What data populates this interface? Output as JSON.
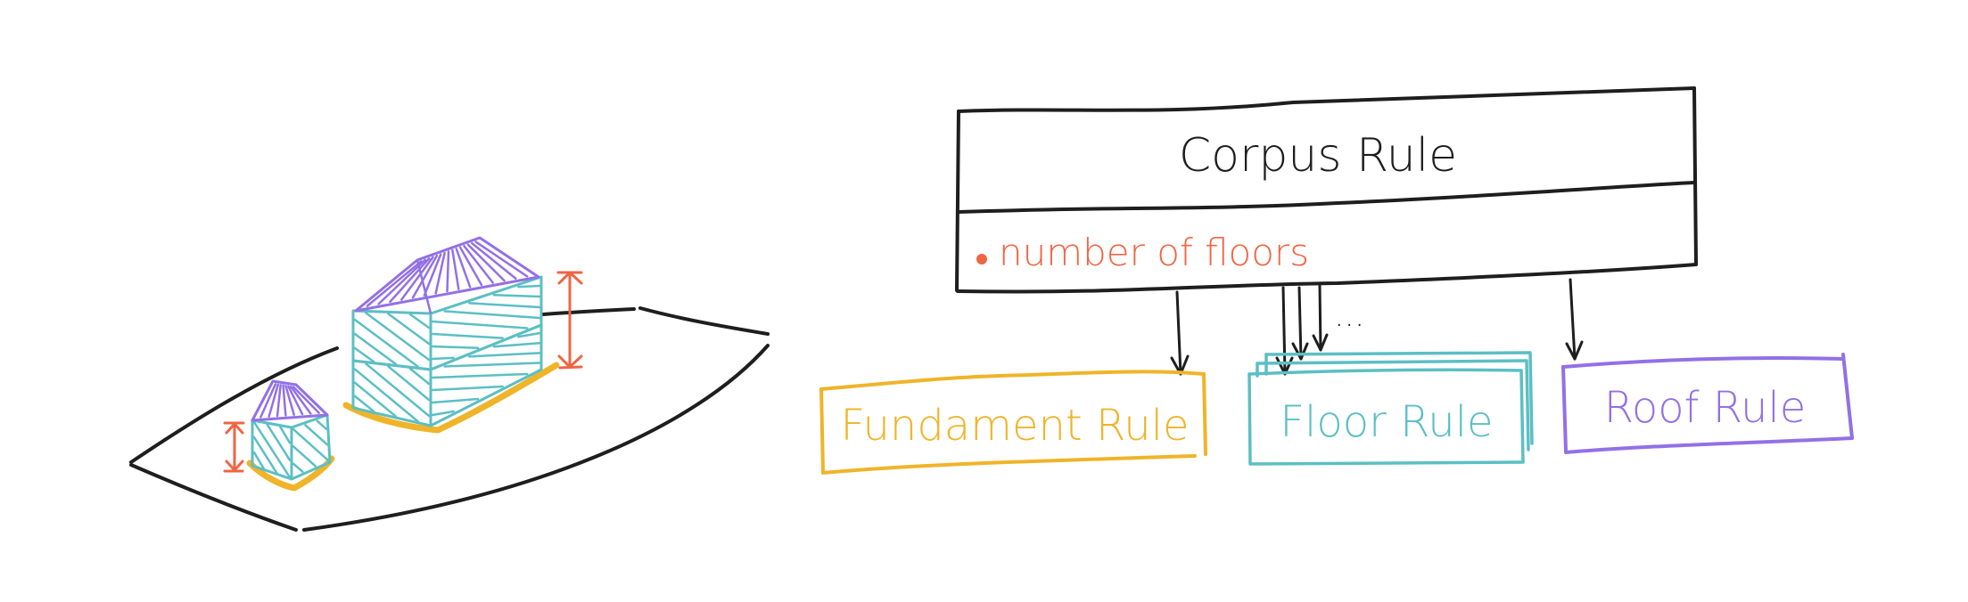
{
  "corpus_rule": {
    "title": "Corpus Rule",
    "attributes": [
      "number of floors"
    ]
  },
  "child_rules": {
    "fundament": "Fundament Rule",
    "floor": "Floor Rule",
    "roof": "Roof Rule",
    "more_indicator": "..."
  },
  "colors": {
    "ink": "#1e1e1e",
    "height": "#f06543",
    "fundament": "#f0b429",
    "floor": "#5bbfc4",
    "roof": "#9370e6"
  }
}
